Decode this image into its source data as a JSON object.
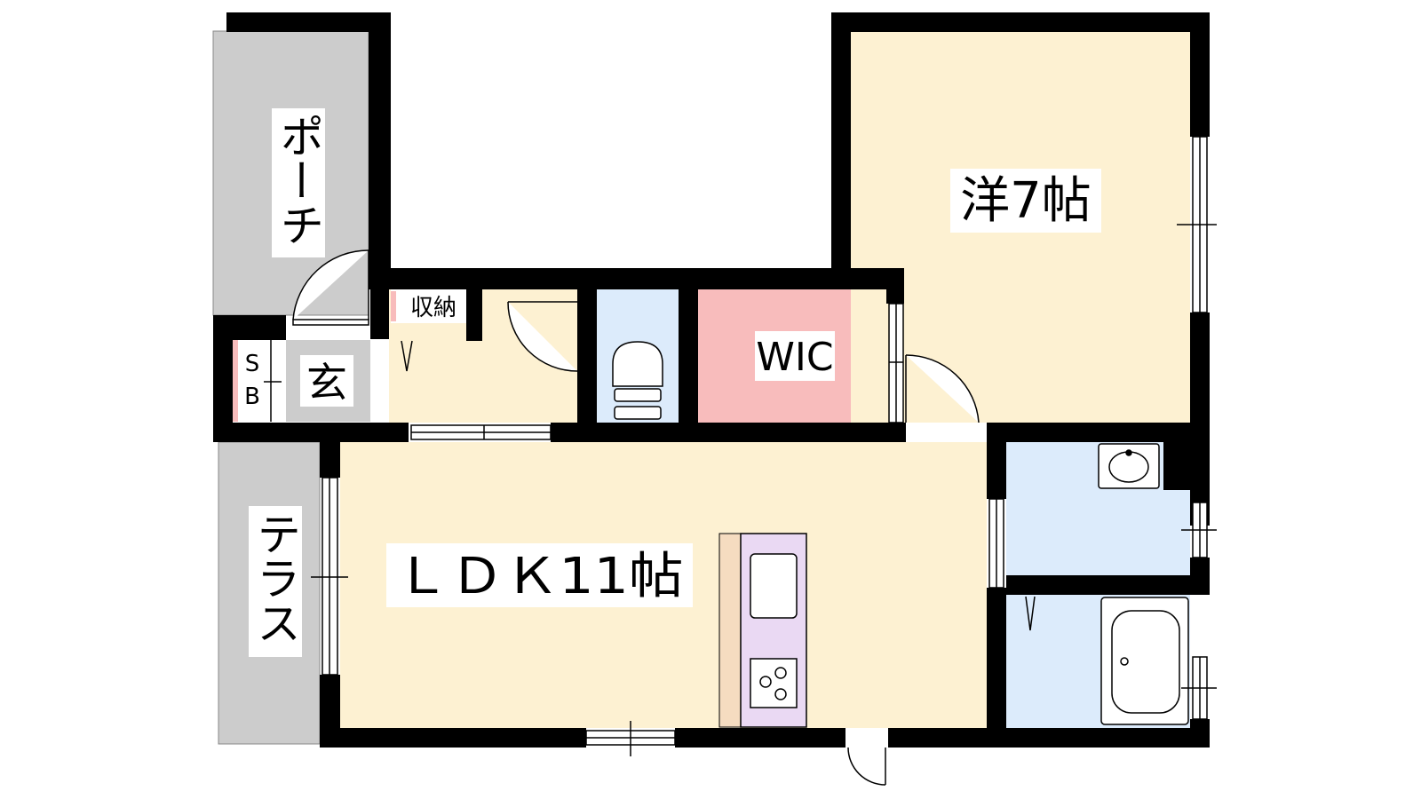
{
  "rooms": {
    "western": {
      "label": "洋7帖"
    },
    "wic": {
      "label": "WIC"
    },
    "ldk": {
      "label": "ＬＤＫ11帖"
    },
    "porch": {
      "label": "ポーチ"
    },
    "entrance": {
      "label": "玄"
    },
    "storage": {
      "label": "収納"
    },
    "shoebox": {
      "label_s": "S",
      "label_b": "B"
    },
    "terrace": {
      "label": "テラス"
    }
  },
  "colors": {
    "wall": "#000000",
    "room_floor": "#fdf1d2",
    "wet_area": "#dcebfb",
    "wic": "#f8bcbc",
    "porch_terrace": "#cccccc",
    "kitchen": "#ead9f3",
    "counter": "#f5dcc0",
    "storage_accent": "#f8bcbc"
  }
}
